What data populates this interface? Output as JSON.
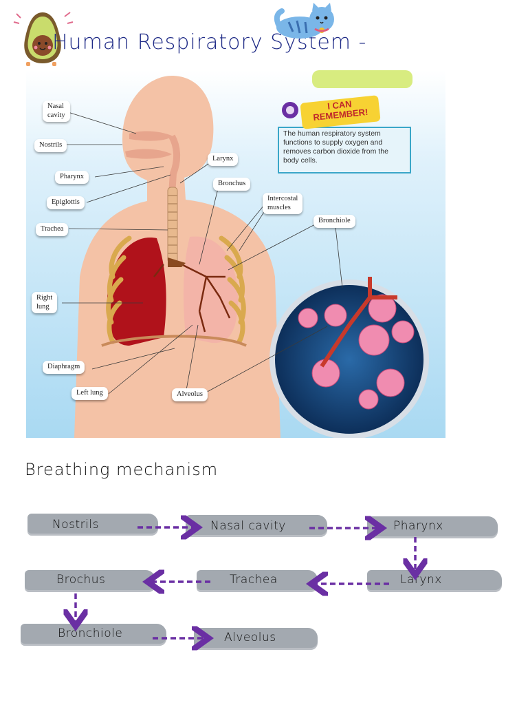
{
  "header": {
    "title": "Human Respiratory System -",
    "stickers": [
      "avocado-icon",
      "cat-icon"
    ]
  },
  "diagram": {
    "labels": {
      "nasal_cavity": "Nasal\ncavity",
      "nostrils": "Nostrils",
      "pharynx": "Pharynx",
      "epiglottis": "Epiglottis",
      "trachea": "Trachea",
      "right_lung": "Right\nlung",
      "diaphragm": "Diaphragm",
      "left_lung": "Left lung",
      "alveolus": "Alveolus",
      "larynx": "Larynx",
      "bronchus": "Bronchus",
      "intercostal_muscles": "Intercostal\nmuscles",
      "bronchiole": "Bronchiole"
    },
    "remember": {
      "banner": "I CAN\nREMEMBER!",
      "text": "The human respiratory system functions to supply oxygen and removes carbon dioxide from the body cells."
    }
  },
  "mechanism": {
    "title": "Breathing   mechanism",
    "steps": [
      "Nostrils",
      "Nasal  cavity",
      "Pharynx",
      "Larynx",
      "Trachea",
      "Brochus",
      "Bronchiole",
      "Alveolus"
    ]
  },
  "colors": {
    "title_ink": "#1e2a86",
    "arrow": "#6a2fa3",
    "pill": "#a3a9b0",
    "diagram_bg": "#cfe9f7",
    "lung_red": "#b0121b"
  }
}
